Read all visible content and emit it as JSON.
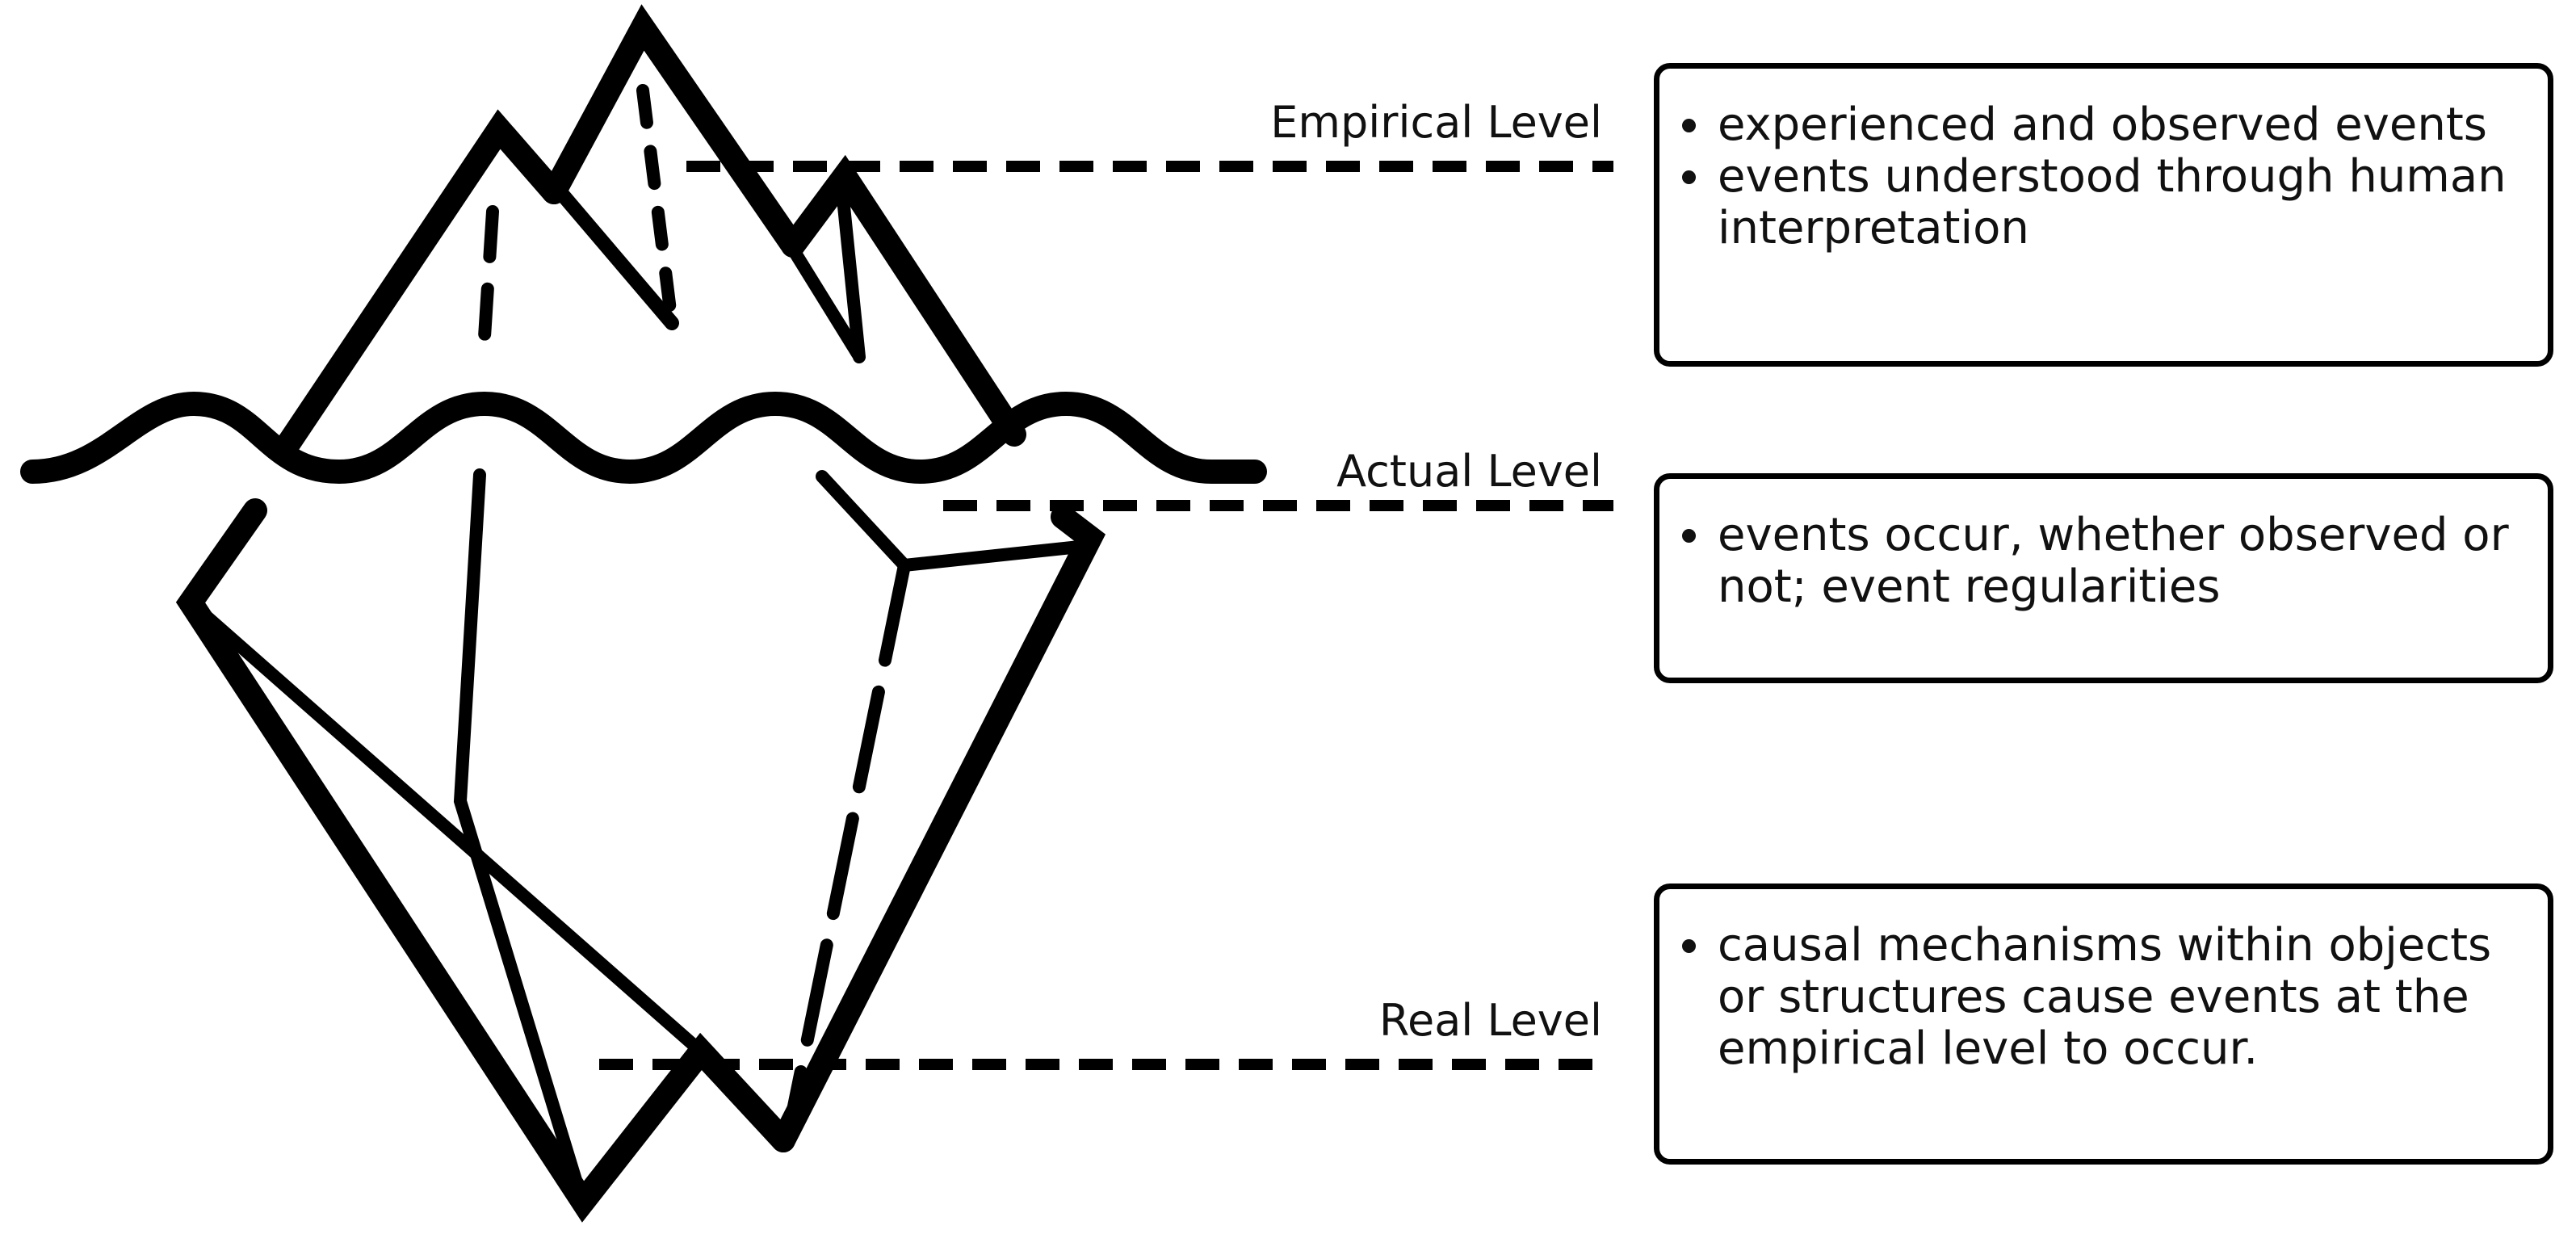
{
  "levels": [
    {
      "key": "empirical",
      "label": "Empirical Level",
      "bullets": [
        "experienced and observed events",
        "events understood through human interpretation"
      ]
    },
    {
      "key": "actual",
      "label": "Actual Level",
      "bullets": [
        "events occur, whether observed or not; event regularities"
      ]
    },
    {
      "key": "real",
      "label": "Real Level",
      "bullets": [
        "causal mechanisms within objects or structures cause events at the empirical level to occur."
      ]
    }
  ],
  "colors": {
    "stroke": "#000000",
    "text": "#111111",
    "background": "#ffffff"
  },
  "icons": {
    "iceberg": "iceberg-icon",
    "water": "water-wave-icon"
  }
}
